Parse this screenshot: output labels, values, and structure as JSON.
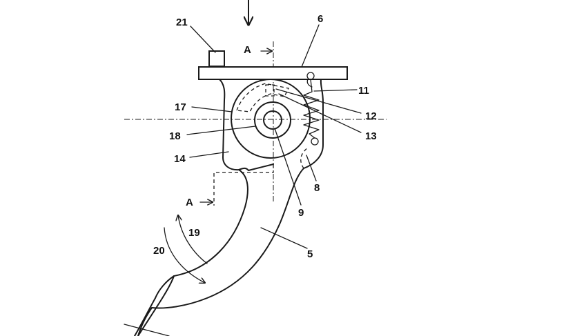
{
  "labels": {
    "l21": "21",
    "l6": "6",
    "lA_top": "A",
    "l11": "11",
    "l17": "17",
    "l12": "12",
    "l18": "18",
    "l13": "13",
    "l14": "14",
    "l8": "8",
    "lA_bottom": "A",
    "l9": "9",
    "l19": "19",
    "l20": "20",
    "l5": "5"
  },
  "colors": {
    "stroke": "#1a1a1a",
    "background": "#ffffff"
  }
}
